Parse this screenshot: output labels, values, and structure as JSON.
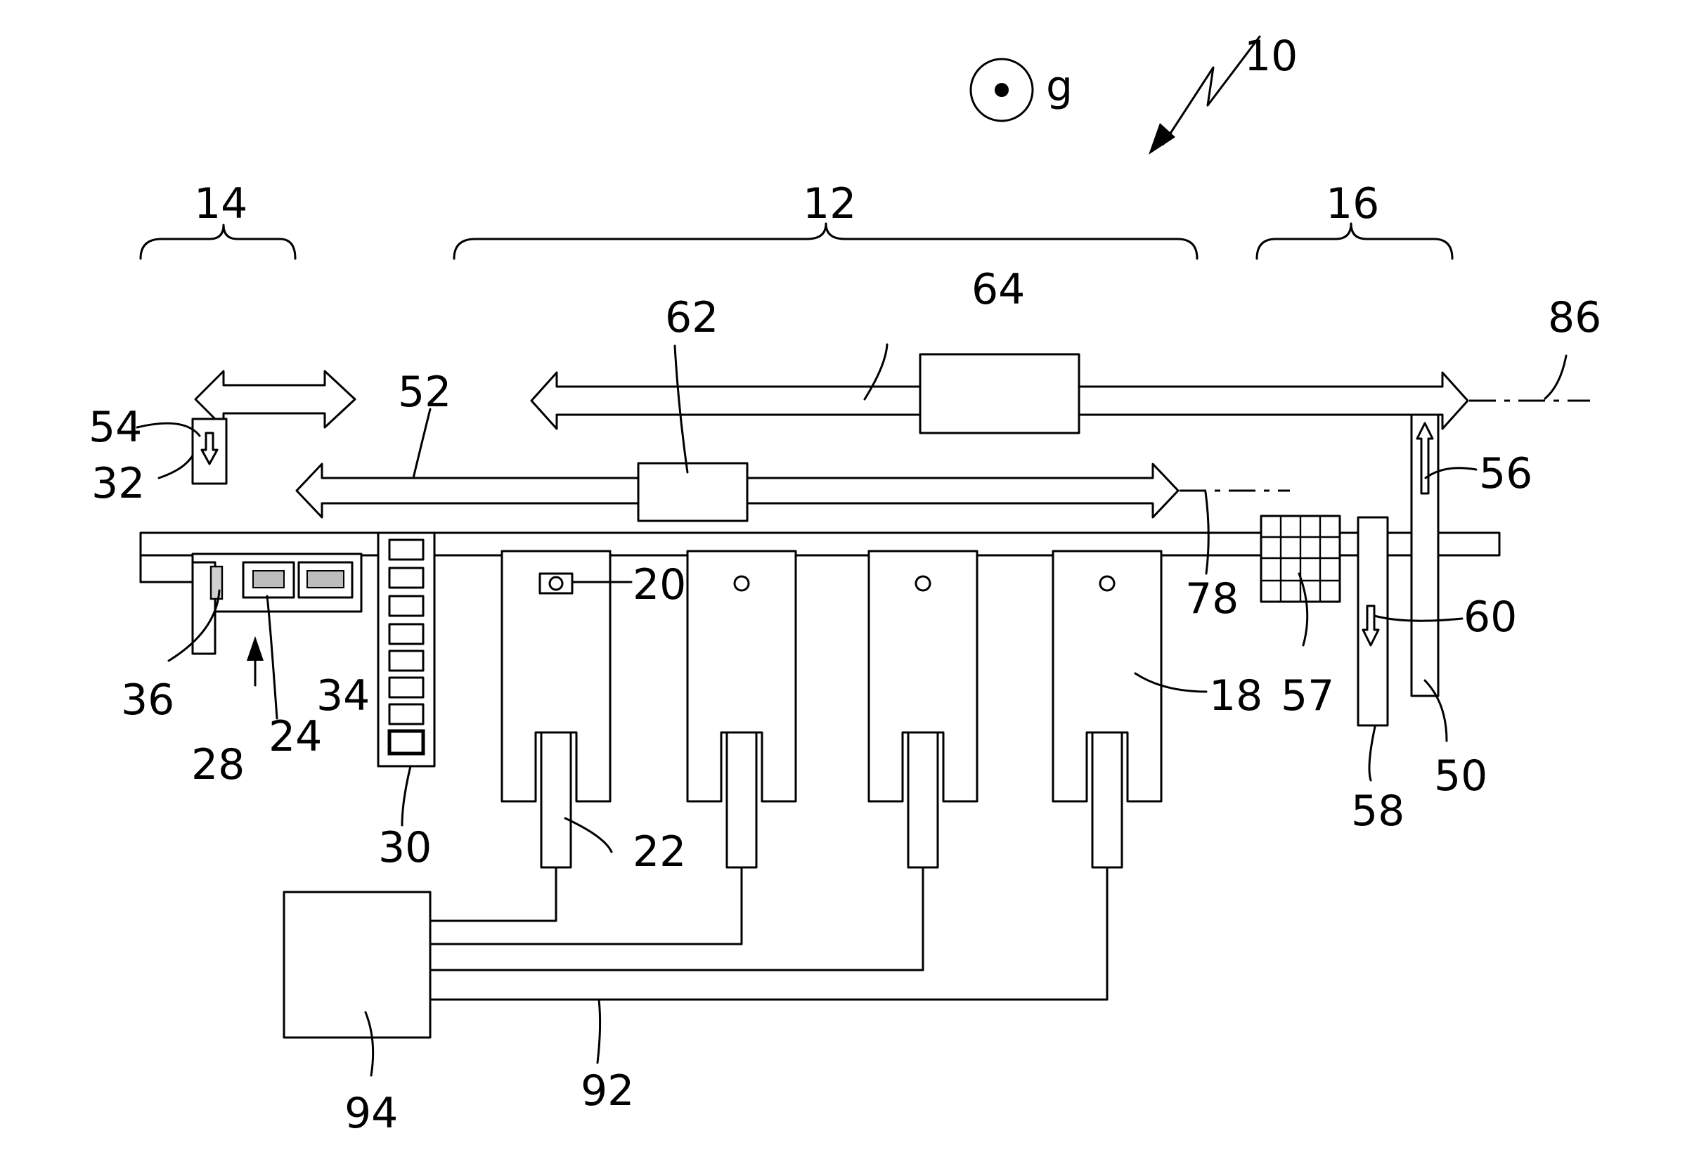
{
  "figure": {
    "gravity_symbol": "g",
    "labels": {
      "r10": "10",
      "r12": "12",
      "r14": "14",
      "r16": "16",
      "r18": "18",
      "r20": "20",
      "r22": "22",
      "r24": "24",
      "r28": "28",
      "r30": "30",
      "r32": "32",
      "r34": "34",
      "r36": "36",
      "r50": "50",
      "r52": "52",
      "r54": "54",
      "r56": "56",
      "r57": "57",
      "r58": "58",
      "r60": "60",
      "r62": "62",
      "r64": "64",
      "r78": "78",
      "r86": "86",
      "r92": "92",
      "r94": "94"
    }
  }
}
